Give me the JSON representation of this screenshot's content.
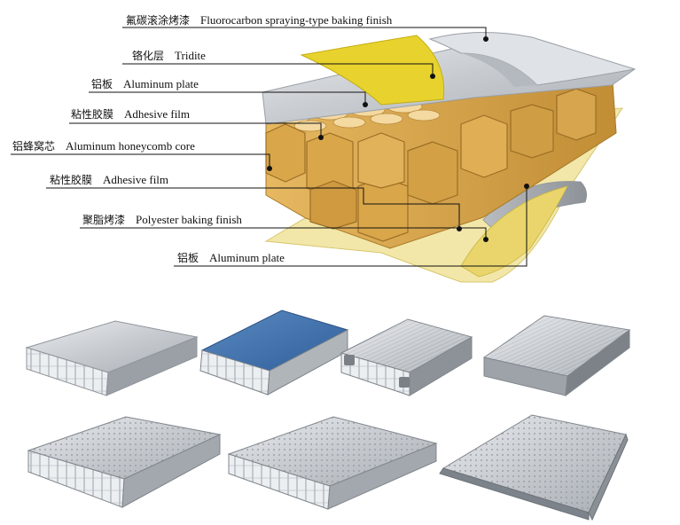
{
  "layers": [
    {
      "cn": "氟碳滚涂烤漆",
      "en": "Fluorocarbon spraying-type baking finish"
    },
    {
      "cn": "铬化层",
      "en": "Tridite"
    },
    {
      "cn": "铝板",
      "en": "Aluminum plate"
    },
    {
      "cn": "粘性胶膜",
      "en": "Adhesive film"
    },
    {
      "cn": "铝蜂窝芯",
      "en": "Aluminum honeycomb core"
    },
    {
      "cn": "粘性胶膜",
      "en": "Adhesive film"
    },
    {
      "cn": "聚脂烤漆",
      "en": "Polyester baking finish"
    },
    {
      "cn": "铝板",
      "en": "Aluminum plate"
    }
  ],
  "colors": {
    "honeycomb": "#d9a64a",
    "honeycomb_dark": "#b8832a",
    "adhesive": "#f0e29a",
    "tridite": "#e6d230",
    "aluminum": "#c9ccd0",
    "panel_blue": "#3f6faa"
  },
  "samples": [
    {
      "name": "panel-plain-silver"
    },
    {
      "name": "panel-blue-coated"
    },
    {
      "name": "panel-brushed-profile"
    },
    {
      "name": "panel-brushed-flat"
    },
    {
      "name": "panel-perforated-large"
    },
    {
      "name": "panel-perforated-medium"
    },
    {
      "name": "panel-perforated-tray"
    }
  ]
}
